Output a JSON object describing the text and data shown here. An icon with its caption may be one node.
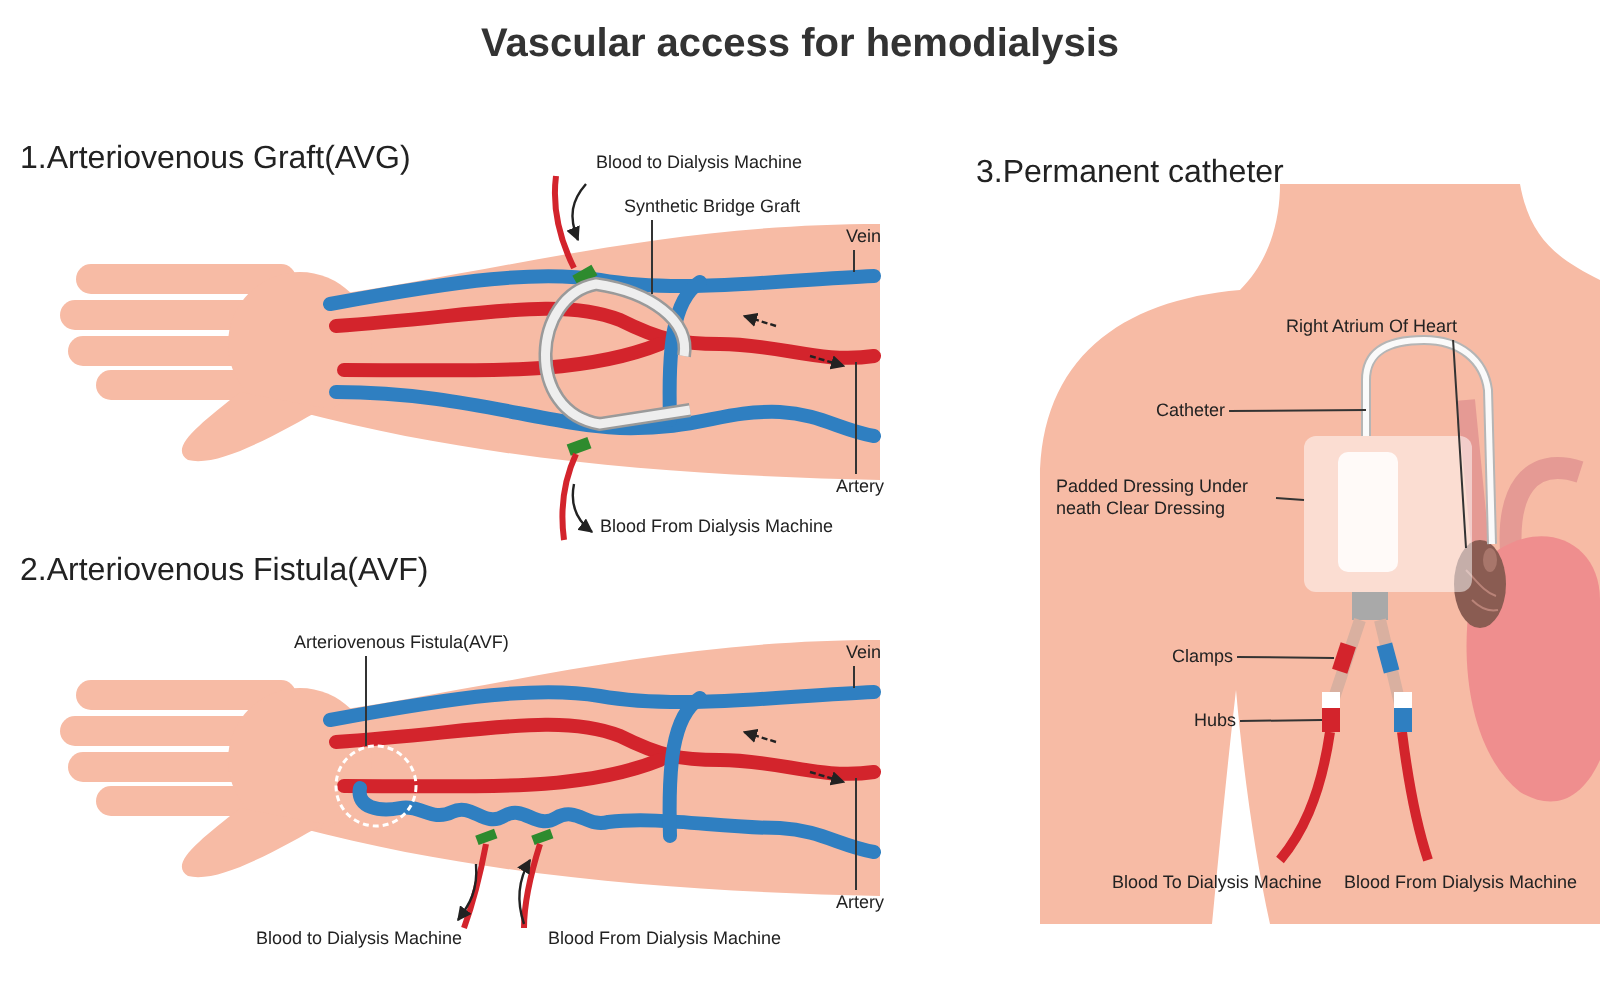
{
  "diagram": {
    "title": "Vascular access for hemodialysis",
    "nodes": [
      {
        "text": [
          "Synthetic Bridge Graft"
        ]
      },
      {
        "text": [],
        "shape": "picture"
      },
      {
        "text": [
          "Vein"
        ]
      },
      {
        "text": [
          "Artery"
        ]
      },
      {
        "text": [
          "Arteriovenous Fistula(AVF)"
        ]
      },
      {
        "text": [],
        "shape": "circle"
      },
      {
        "text": [
          "Vein"
        ]
      },
      {
        "text": [
          "Artery"
        ]
      },
      {
        "text": [
          "Right Atrium Of Heart"
        ]
      },
      {
        "text": [],
        "shape": "picture"
      },
      {
        "text": [
          "Catheter"
        ]
      },
      {
        "text": [],
        "shape": "picture"
      },
      {
        "text": [
          "Padded Dressing Under neath Clear Dressing"
        ]
      },
      {
        "text": [],
        "shape": "picture"
      },
      {
        "text": [
          "Clamps"
        ]
      },
      {
        "text": [],
        "shape": "picture"
      },
      {
        "text": [
          "Hubs"
        ]
      },
      {
        "text": [],
        "shape": "picture"
      }
    ],
    "edges": [
      {
        "from": 0,
        "to": 1,
        "arrow": "none"
      },
      {
        "from": 2,
        "to": null,
        "arrow": "none"
      },
      {
        "from": 3,
        "to": null,
        "arrow": "none"
      },
      {
        "from": 4,
        "to": 5,
        "arrow": "none"
      },
      {
        "from": 6,
        "to": null,
        "arrow": "none"
      },
      {
        "from": 7,
        "to": null,
        "arrow": "none"
      },
      {
        "from": 8,
        "to": 9,
        "arrow": "none"
      },
      {
        "from": 10,
        "to": 11,
        "arrow": "none"
      },
      {
        "from": 12,
        "to": 13,
        "arrow": "none"
      },
      {
        "from": 14,
        "to": 15,
        "arrow": "none"
      },
      {
        "from": 16,
        "to": 17,
        "arrow": "none"
      }
    ],
    "labels": [
      "1.Arteriovenous Graft(AVG)",
      "Blood to Dialysis Machine",
      "Blood From Dialysis Machine",
      "2.Arteriovenous Fistula(AVF)",
      "Blood to Dialysis Machine",
      "Blood From Dialysis Machine",
      "3.Permanent catheter",
      "Blood To Dialysis Machine",
      "Blood From Dialysis Machine"
    ]
  }
}
